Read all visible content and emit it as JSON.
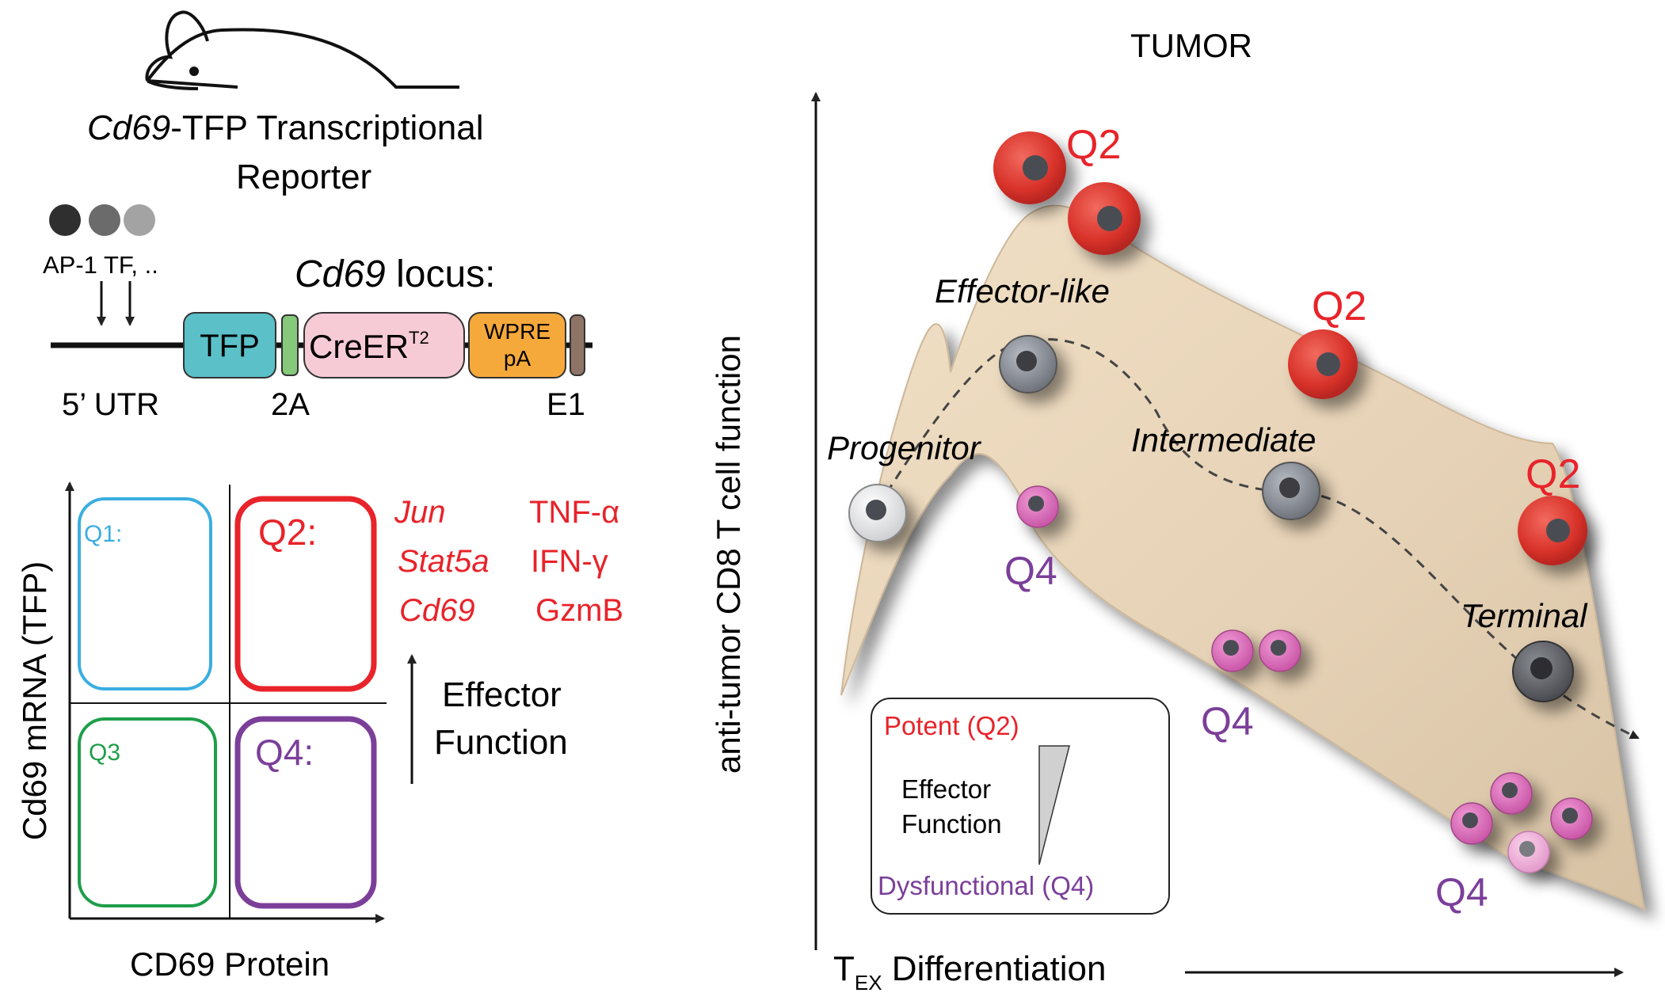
{
  "reporter": {
    "title_italic": "Cd69",
    "title_rest": "-TFP Transcriptional",
    "title_line2": "Reporter",
    "tf_label": "AP-1 TF, ..",
    "locus_italic": "Cd69",
    "locus_rest": " locus:",
    "utr_label": "5’ UTR",
    "seg_2a_label": "2A",
    "seg_e1_label": "E1",
    "tfp_label": "TFP",
    "creer_label": "CreER",
    "creer_sup": "T2",
    "wpre_line1": "WPRE",
    "wpre_line2": "pA",
    "tf_dot_colors": [
      "#2f2f2f",
      "#6b6b6b",
      "#a3a3a3"
    ]
  },
  "quadrants": {
    "y_label": "Cd69 mRNA (TFP)",
    "x_label": "CD69 Protein",
    "q1": "Q1:",
    "q2": "Q2:",
    "q3": "Q3",
    "q4": "Q4:",
    "genes_italic": [
      "Jun",
      "Stat5a",
      "Cd69"
    ],
    "cytokines": [
      "TNF-α",
      "IFN-γ",
      "GzmB"
    ],
    "effector_line1": "Effector",
    "effector_line2": "Function",
    "colors": {
      "q1": "#3aaee0",
      "q2": "#e8232a",
      "q3": "#1e9e4a",
      "q4": "#7b3f99"
    }
  },
  "landscape": {
    "title": "TUMOR",
    "y_label": "anti-tumor CD8 T cell function",
    "x_label_main": "T",
    "x_label_sub": "EX",
    "x_label_rest": " Differentiation",
    "states": [
      "Effector-like",
      "Progenitor",
      "Intermediate",
      "Terminal"
    ],
    "q2_label": "Q2",
    "q4_label": "Q4",
    "legend": {
      "potent": "Potent (Q2)",
      "effector_line1": "Effector",
      "effector_line2": "Function",
      "dysfunctional": "Dysfunctional (Q4)"
    },
    "colors": {
      "q2": "#e8232a",
      "q4": "#7b3f99",
      "surface": "#e9d6bc"
    }
  }
}
